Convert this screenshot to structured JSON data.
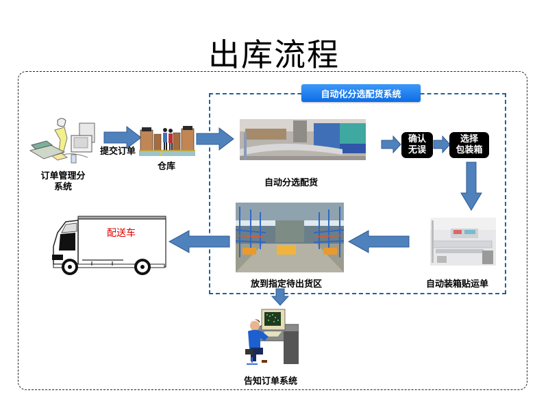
{
  "title": "出库流程",
  "auto_system": {
    "label": "自动化分选配货系统"
  },
  "nodes": {
    "order_system": {
      "label_line1": "订单管理分",
      "label_line2": "系统",
      "icon": "office-worker-computer-icon"
    },
    "submit_order": {
      "label": "提交订单"
    },
    "warehouse": {
      "label": "仓库",
      "icon": "warehouse-workers-icon"
    },
    "auto_sort": {
      "label": "自动分选配货",
      "icon": "sorting-machine-photo"
    },
    "confirm": {
      "line1": "确认",
      "line2": "无误"
    },
    "select_box": {
      "line1": "选择",
      "line2": "包装箱"
    },
    "auto_pack": {
      "label": "自动装箱贴运单",
      "icon": "packing-machine-photo"
    },
    "staging_area": {
      "label": "放到指定待出货区",
      "icon": "warehouse-racks-photo"
    },
    "truck": {
      "label": "配送车",
      "icon": "delivery-truck-icon"
    },
    "notify": {
      "label": "告知订单系统",
      "icon": "computer-operator-icon"
    }
  },
  "colors": {
    "arrow_fill": "#4f81bd",
    "arrow_stroke": "#2c5a8f",
    "auto_frame": "#1f5fa0",
    "label_bg_top": "#3d98f8",
    "label_bg_bottom": "#0d6de6",
    "truck_text": "#e00000"
  }
}
